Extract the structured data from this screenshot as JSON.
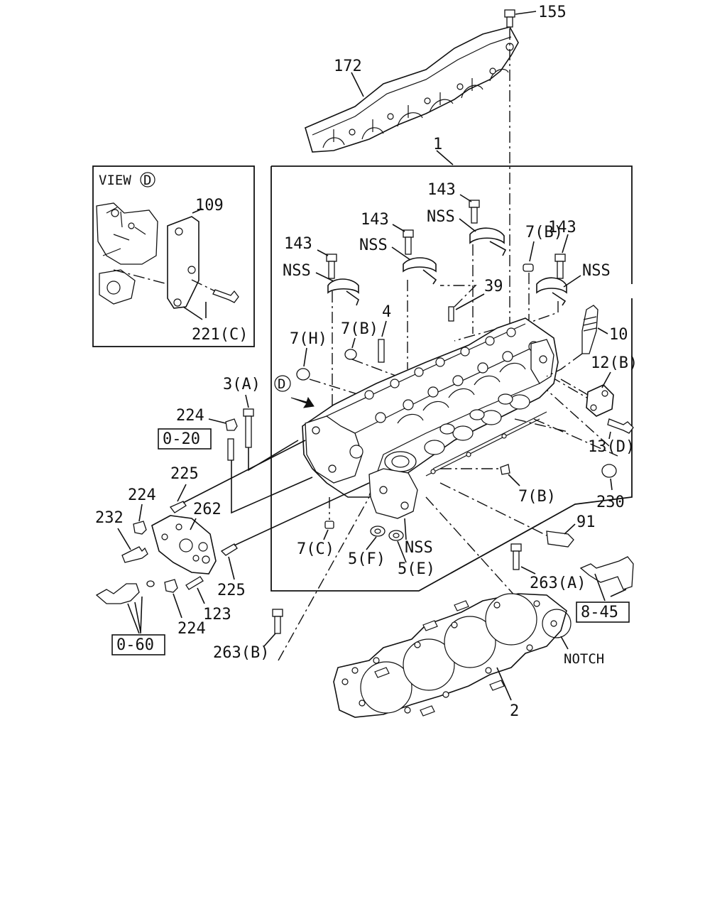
{
  "view_box": {
    "title_prefix": "VIEW",
    "title_letter": "D"
  },
  "callouts": {
    "c155": "155",
    "c172": "172",
    "c1": "1",
    "c109": "109",
    "c221c": "221(C)",
    "c143a": "143",
    "c143b": "143",
    "c143c": "143",
    "c143d": "143",
    "nss_a": "NSS",
    "nss_b": "NSS",
    "nss_c": "NSS",
    "nss_d": "NSS",
    "nss_e": "NSS",
    "c7b_top": "7(B)",
    "c39": "39",
    "c4": "4",
    "c7h": "7(H)",
    "c7b_mid": "7(B)",
    "c10": "10",
    "c12b": "12(B)",
    "c13d": "13(D)",
    "c230": "230",
    "c7b_low": "7(B)",
    "c91": "91",
    "c3a": "3(A)",
    "c224a": "224",
    "c225a": "225",
    "c224b": "224",
    "c232": "232",
    "c262": "262",
    "c7c": "7(C)",
    "c5f": "5(F)",
    "c5e": "5(E)",
    "c263a": "263(A)",
    "c225b": "225",
    "c123": "123",
    "c224c": "224",
    "c263b": "263(B)",
    "c2": "2",
    "notch": "NOTCH",
    "view_marker": "D"
  },
  "ref_boxes": {
    "r020": "0-20",
    "r060": "0-60",
    "r845": "8-45"
  }
}
